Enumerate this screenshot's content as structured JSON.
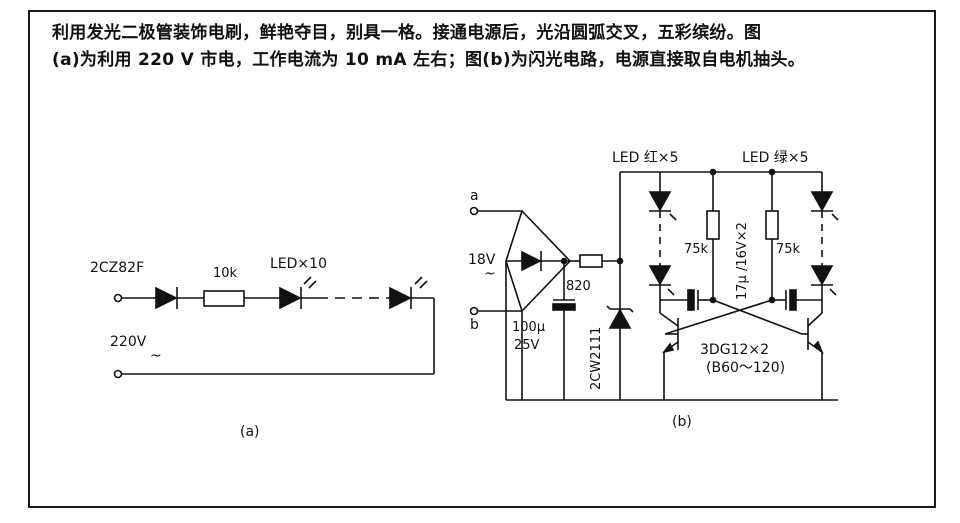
{
  "description": {
    "line1": "利用发光二极管装饰电刷，鲜艳夺目，别具一格。接通电源后，光沿圆弧交叉，五彩缤纷。图",
    "line2": "(a)为利用 220 V 市电，工作电流为 10 mA 左右；图(b)为闪光电路，电源直接取自电机抽头。"
  },
  "circuit_a": {
    "diode_label": "2CZ82F",
    "resistor_label": "10k",
    "led_label": "LED×10",
    "voltage_label": "220V",
    "ac_symbol": "~",
    "caption": "(a)"
  },
  "circuit_b": {
    "terminal_a": "a",
    "terminal_b": "b",
    "voltage_label": "18V",
    "ac_symbol": "~",
    "resistor_label": "820",
    "cap_label_1": "100μ",
    "cap_label_2": "25V",
    "zener_label": "2CW2111",
    "led_red_label": "LED 红×5",
    "led_green_label": "LED 绿×5",
    "r_left_label": "75k",
    "r_right_label": "75k",
    "cap_pair_label": "17μ /16V×2",
    "transistor_label_1": "3DG12×2",
    "transistor_label_2": "(B60～120)",
    "caption": "(b)"
  }
}
